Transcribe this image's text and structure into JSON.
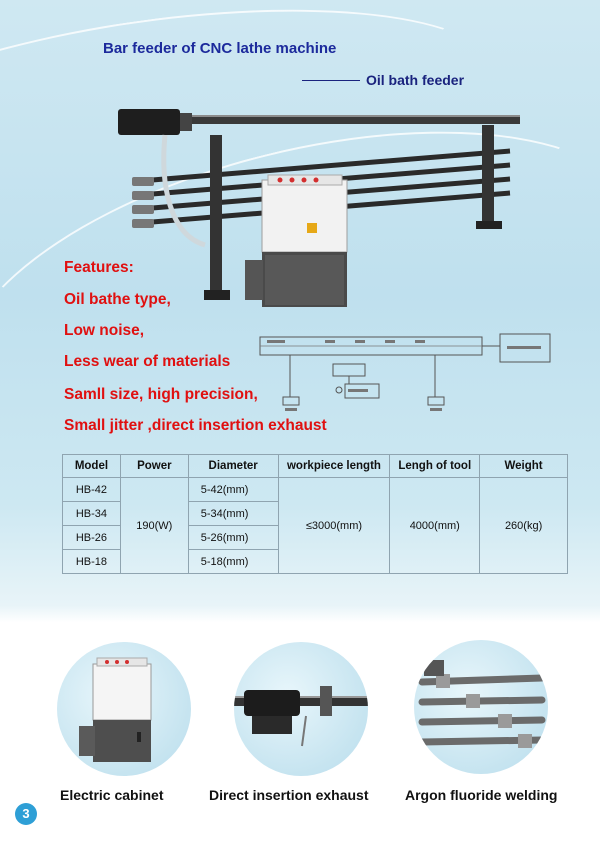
{
  "header": {
    "title": "Bar feeder of CNC lathe machine",
    "subtitle": "Oil bath feeder"
  },
  "features": {
    "heading": "Features:",
    "items": [
      "Oil bathe type,",
      "Low noise,",
      "Less wear of materials",
      "Samll size, high precision,",
      "Small jitter ,direct insertion exhaust"
    ]
  },
  "spec_table": {
    "headers": [
      "Model",
      "Power",
      "Diameter",
      "workpiece length",
      "Lengh of tool",
      "Weight"
    ],
    "models": [
      "HB-42",
      "HB-34",
      "HB-26",
      "HB-18"
    ],
    "diameters": [
      "5-42(mm)",
      "5-34(mm)",
      "5-26(mm)",
      "5-18(mm)"
    ],
    "power": "190(W)",
    "workpiece_length": "≤3000(mm)",
    "tool_length": "4000(mm)",
    "weight": "260(kg)"
  },
  "gallery": {
    "items": [
      {
        "caption": "Electric cabinet"
      },
      {
        "caption": "Direct insertion exhaust"
      },
      {
        "caption": "Argon fluoride welding"
      }
    ]
  },
  "page_number": "3",
  "colors": {
    "title": "#1c2a9c",
    "feature_text": "#e01010",
    "page_badge": "#2e9fd6"
  }
}
